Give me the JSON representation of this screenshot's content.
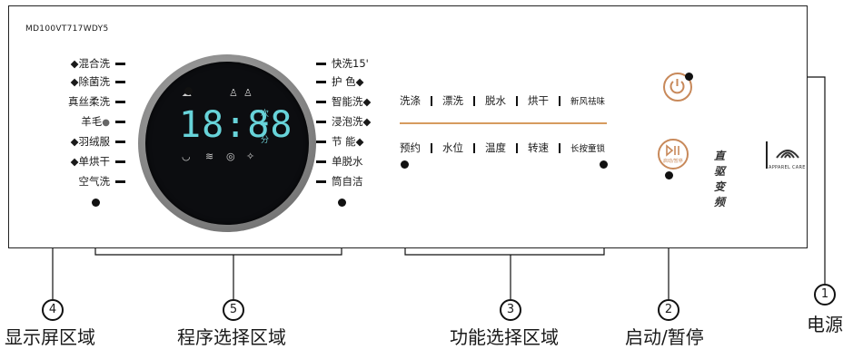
{
  "model": "MD100VT717WDY5",
  "left_programs": [
    "◆混合洗",
    "◆除菌洗",
    "真丝柔洗",
    "羊毛",
    "◆羽绒服",
    "◆单烘干",
    "空气洗"
  ],
  "right_programs": [
    "快洗15'",
    "护 色◆",
    "智能洗◆",
    "浸泡洗◆",
    "节 能◆",
    "单脱水",
    "筒自洁"
  ],
  "display": {
    "digits": "18:88",
    "unit_top": "次",
    "unit_bottom": "分"
  },
  "function_top": [
    "洗涤",
    "漂洗",
    "脱水",
    "烘干",
    "新风祛味"
  ],
  "function_bottom": [
    "预约",
    "水位",
    "温度",
    "转速",
    "长按童锁"
  ],
  "start_pause_button_label": "启动/暂停",
  "logos": {
    "brand": "直驱变频",
    "apparel_care": "APPAREL CARE"
  },
  "callouts": [
    {
      "num": "1",
      "caption": "电源"
    },
    {
      "num": "2",
      "caption": "启动/暂停"
    },
    {
      "num": "3",
      "caption": "功能选择区域"
    },
    {
      "num": "4",
      "caption": "显示屏区域"
    },
    {
      "num": "5",
      "caption": "程序选择区域"
    }
  ],
  "colors": {
    "accent": "#c8895a",
    "display": "#67d3d9",
    "line": "#111111"
  }
}
